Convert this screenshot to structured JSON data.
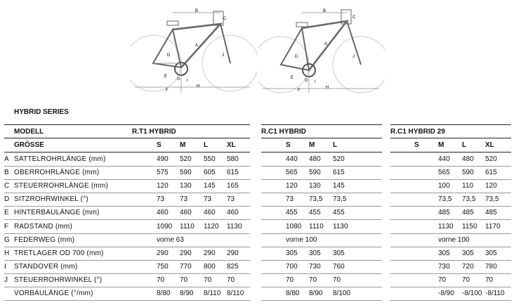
{
  "section_title": "HYBRID SERIES",
  "header": {
    "model_label": "MODELL",
    "size_label": "GRÖSSE"
  },
  "models": [
    {
      "name": "R.T1 HYBRID",
      "sizes": [
        "S",
        "M",
        "L",
        "XL"
      ]
    },
    {
      "name": "R.C1 HYBRID",
      "sizes": [
        "S",
        "M",
        "L"
      ]
    },
    {
      "name": "R.C1 HYBRID 29",
      "sizes": [
        "S",
        "M",
        "L",
        "XL"
      ]
    }
  ],
  "rows": [
    {
      "key": "A",
      "label": "SATTELROHRLÄNGE (mm)",
      "rt1": [
        "490",
        "520",
        "550",
        "580"
      ],
      "rc1": [
        "440",
        "480",
        "520"
      ],
      "rc129": [
        "",
        "440",
        "480",
        "520"
      ]
    },
    {
      "key": "B",
      "label": "OBERROHRLÄNGE (mm)",
      "rt1": [
        "575",
        "590",
        "605",
        "615"
      ],
      "rc1": [
        "565",
        "590",
        "615"
      ],
      "rc129": [
        "",
        "565",
        "590",
        "615"
      ]
    },
    {
      "key": "C",
      "label": "STEUERROHRLÄNGE (mm)",
      "rt1": [
        "120",
        "130",
        "145",
        "165"
      ],
      "rc1": [
        "120",
        "130",
        "145"
      ],
      "rc129": [
        "",
        "100",
        "110",
        "120"
      ]
    },
    {
      "key": "D",
      "label": "SITZROHRWINKEL (°)",
      "rt1": [
        "73",
        "73",
        "73",
        "73"
      ],
      "rc1": [
        "73",
        "73,5",
        "73,5"
      ],
      "rc129": [
        "",
        "73,5",
        "73,5",
        "73,5"
      ]
    },
    {
      "key": "E",
      "label": "HINTERBAULÄNGE (mm)",
      "rt1": [
        "460",
        "460",
        "460",
        "460"
      ],
      "rc1": [
        "455",
        "455",
        "455"
      ],
      "rc129": [
        "",
        "485",
        "485",
        "485"
      ]
    },
    {
      "key": "F",
      "label": "RADSTAND (mm)",
      "rt1": [
        "1090",
        "1110",
        "1120",
        "1130"
      ],
      "rc1": [
        "1080",
        "1110",
        "1130"
      ],
      "rc129": [
        "",
        "1130",
        "1150",
        "1170"
      ]
    },
    {
      "key": "G",
      "label": "FEDERWEG (mm)",
      "rt1_span": "vorne 63",
      "rc1_span": "vorne 100",
      "rc129_span": "vorne 100"
    },
    {
      "key": "H",
      "label": "TRETLAGER OD 700 (mm)",
      "rt1": [
        "290",
        "290",
        "290",
        "290"
      ],
      "rc1": [
        "305",
        "305",
        "305"
      ],
      "rc129": [
        "",
        "305",
        "305",
        "305"
      ]
    },
    {
      "key": "I",
      "label": "STANDOVER (mm)",
      "rt1": [
        "750",
        "770",
        "800",
        "825"
      ],
      "rc1": [
        "700",
        "730",
        "760"
      ],
      "rc129": [
        "",
        "730",
        "720",
        "780"
      ]
    },
    {
      "key": "J",
      "label": "STEUERROHRWINKEL (°)",
      "rt1": [
        "70",
        "70",
        "70",
        "70"
      ],
      "rc1": [
        "70",
        "70",
        "70"
      ],
      "rc129": [
        "",
        "70",
        "70",
        "70"
      ]
    },
    {
      "key": "",
      "label": "VORBAULÄNGE (°/mm)",
      "rt1": [
        "8/80",
        "8/90",
        "8/110",
        "8/110"
      ],
      "rc1": [
        "8/80",
        "8/90",
        "8/100"
      ],
      "rc129": [
        "",
        "-8/90",
        "-8/100",
        "-8/110"
      ]
    }
  ],
  "diagram_labels": [
    "A",
    "B",
    "C",
    "D",
    "E",
    "F",
    "G",
    "H",
    "I",
    "J"
  ],
  "colors": {
    "text": "#111111",
    "rule": "#222222",
    "frame": "#555555",
    "wheel": "#c8c8c8"
  }
}
